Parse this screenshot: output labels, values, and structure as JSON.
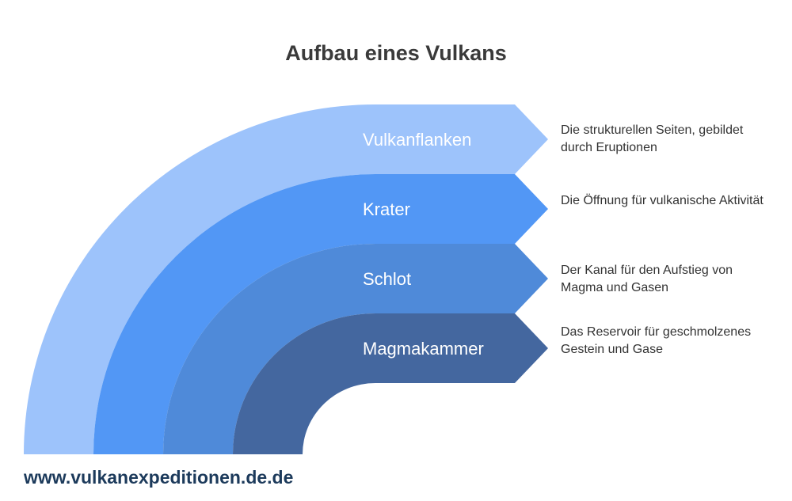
{
  "title": "Aufbau eines Vulkans",
  "layers": [
    {
      "name": "Vulkanflanken",
      "description": "Die strukturellen Seiten, gebildet durch Eruptionen",
      "color": "#9dc3fb"
    },
    {
      "name": "Krater",
      "description": "Die Öffnung für vulkanische Aktivität",
      "color": "#5297f5"
    },
    {
      "name": "Schlot",
      "description": "Der Kanal für den Aufstieg von Magma und Gasen",
      "color": "#4f8ad9"
    },
    {
      "name": "Magmakammer",
      "description": "Das Reservoir für geschmolzenes Gestein und Gase",
      "color": "#44679f"
    }
  ],
  "footer": "www.vulkanexpeditionen.de.de"
}
